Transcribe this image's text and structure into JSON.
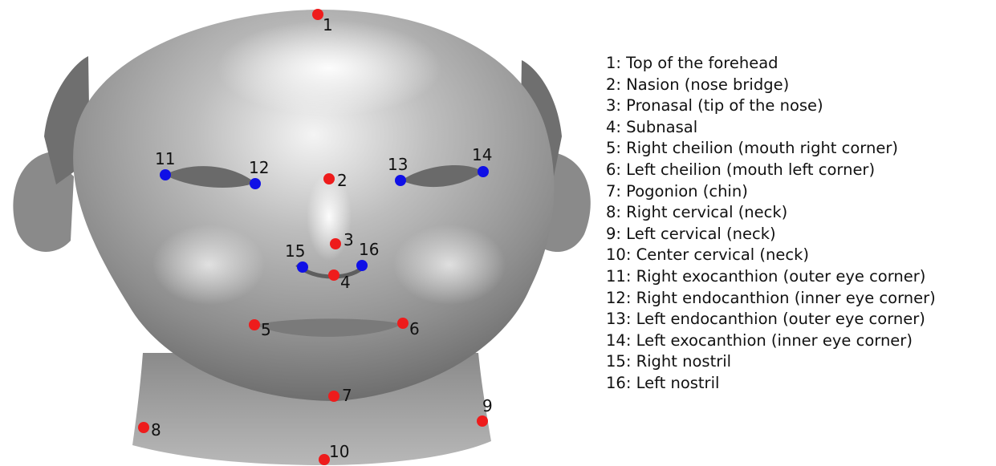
{
  "colors": {
    "midline": "#ee1c1c",
    "bilateral": "#1010e6",
    "text": "#111111"
  },
  "landmarks": [
    {
      "id": "1",
      "group": "midline"
    },
    {
      "id": "2",
      "group": "midline"
    },
    {
      "id": "3",
      "group": "midline"
    },
    {
      "id": "4",
      "group": "midline"
    },
    {
      "id": "5",
      "group": "midline"
    },
    {
      "id": "6",
      "group": "midline"
    },
    {
      "id": "7",
      "group": "midline"
    },
    {
      "id": "8",
      "group": "midline"
    },
    {
      "id": "9",
      "group": "midline"
    },
    {
      "id": "10",
      "group": "midline"
    },
    {
      "id": "11",
      "group": "bilateral"
    },
    {
      "id": "12",
      "group": "bilateral"
    },
    {
      "id": "13",
      "group": "bilateral"
    },
    {
      "id": "14",
      "group": "bilateral"
    },
    {
      "id": "15",
      "group": "bilateral"
    },
    {
      "id": "16",
      "group": "bilateral"
    }
  ],
  "legend": [
    "1: Top of the forehead",
    "2: Nasion (nose bridge)",
    "3: Pronasal (tip of the nose)",
    "4: Subnasal",
    "5: Right cheilion (mouth right corner)",
    "6: Left cheilion (mouth left corner)",
    "7: Pogonion (chin)",
    "8: Right cervical (neck)",
    "9: Left cervical (neck)",
    "10: Center cervical (neck)",
    "11: Right exocanthion (outer eye corner)",
    "12: Right endocanthion (inner eye corner)",
    "13: Left endocanthion (outer eye corner)",
    "14: Left exocanthion (inner eye corner)",
    "15: Right nostril",
    "16: Left nostril"
  ]
}
